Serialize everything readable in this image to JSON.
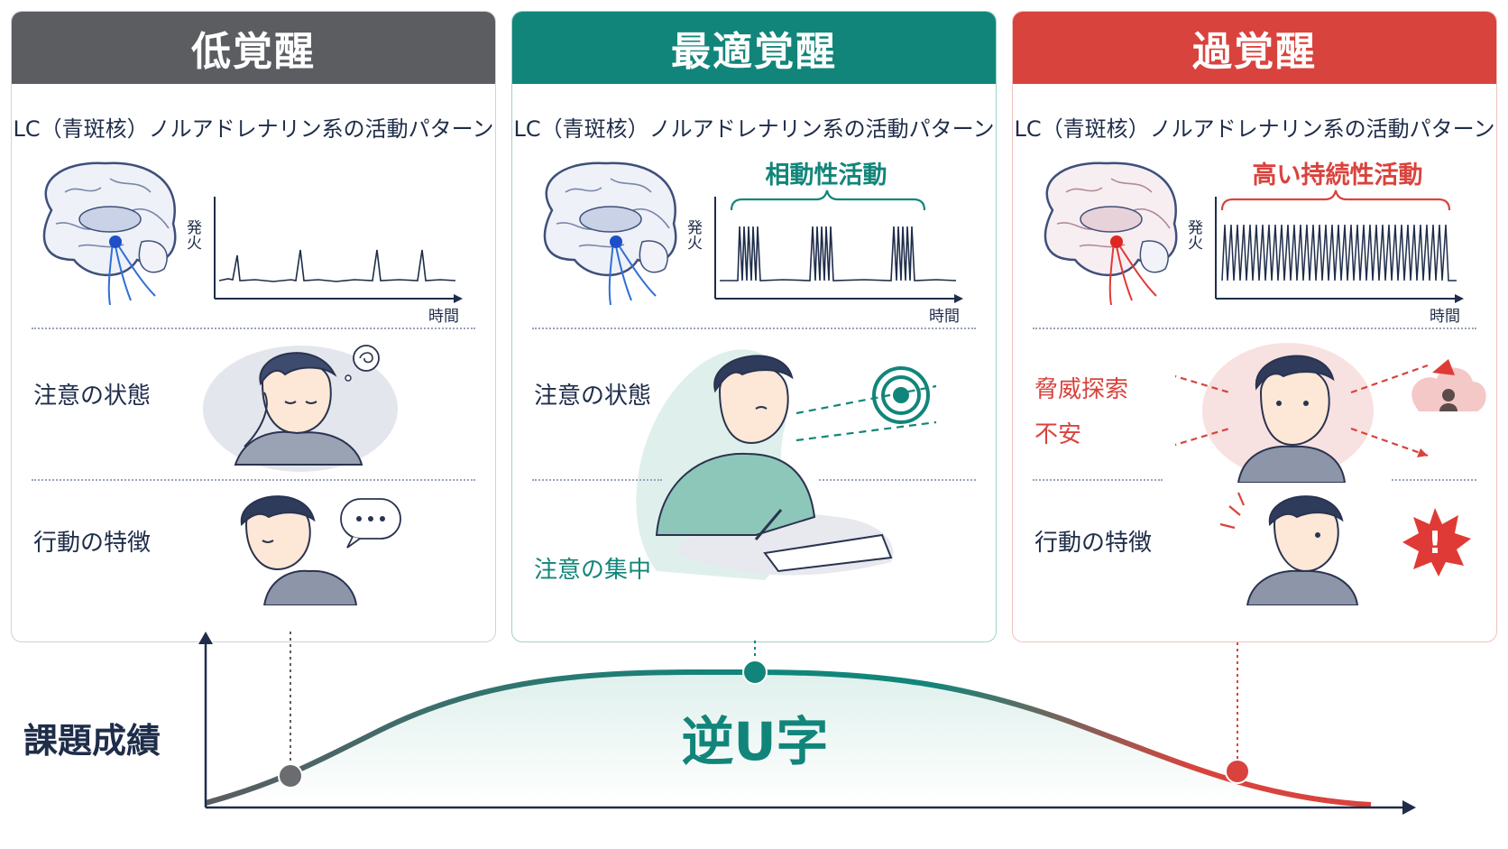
{
  "panels": [
    {
      "title": "低覚醒",
      "subtitle": "LC（青斑核）ノルアドレナリン系の活動パターン",
      "y_label": "発火",
      "x_label": "時間",
      "attention_label": "注意の状態",
      "behavior_label": "行動の特徴",
      "header_color": "#5b5d61",
      "accent_color": "#2f6fd6"
    },
    {
      "title": "最適覚醒",
      "subtitle": "LC（青斑核）ノルアドレナリン系の活動パターン",
      "annotation": "相動性活動",
      "y_label": "発火",
      "x_label": "時間",
      "attention_label": "注意の状態",
      "focus_label": "注意の集中",
      "header_color": "#12857a",
      "accent_color": "#2f6fd6"
    },
    {
      "title": "過覚醒",
      "subtitle": "LC（青斑核）ノルアドレナリン系の活動パターン",
      "annotation": "高い持続性活動",
      "y_label": "発火",
      "x_label": "時間",
      "threat_label": "脅威探索",
      "anxiety_label": "不安",
      "behavior_label": "行動の特徴",
      "header_color": "#d9433d",
      "accent_color": "#e03a36"
    }
  ],
  "curve": {
    "y_axis_label": "課題成績",
    "center_label": "逆U字",
    "low_color": "#5b5d61",
    "optimal_color": "#12857a",
    "high_color": "#d9433d"
  }
}
